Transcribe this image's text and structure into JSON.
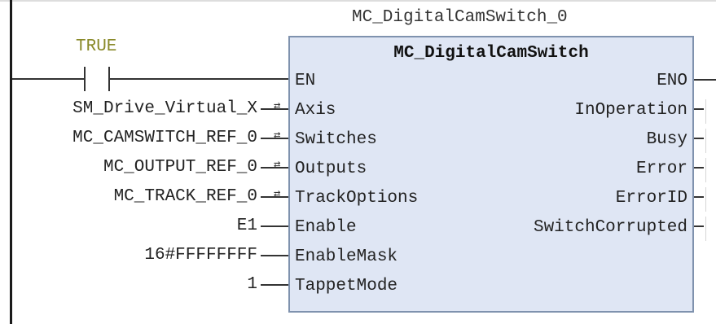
{
  "instance_name": "MC_DigitalCamSwitch_0",
  "contact_label": "TRUE",
  "block": {
    "type": "MC_DigitalCamSwitch",
    "inputs": [
      {
        "pin": "EN",
        "var": "",
        "inout": false
      },
      {
        "pin": "Axis",
        "var": "SM_Drive_Virtual_X",
        "inout": true
      },
      {
        "pin": "Switches",
        "var": "MC_CAMSWITCH_REF_0",
        "inout": true
      },
      {
        "pin": "Outputs",
        "var": "MC_OUTPUT_REF_0",
        "inout": true
      },
      {
        "pin": "TrackOptions",
        "var": "MC_TRACK_REF_0",
        "inout": true
      },
      {
        "pin": "Enable",
        "var": "E1",
        "inout": false
      },
      {
        "pin": "EnableMask",
        "var": "16#FFFFFFFF",
        "inout": false
      },
      {
        "pin": "TappetMode",
        "var": "1",
        "inout": false
      }
    ],
    "outputs": [
      "ENO",
      "InOperation",
      "Busy",
      "Error",
      "ErrorID",
      "SwitchCorrupted"
    ]
  }
}
